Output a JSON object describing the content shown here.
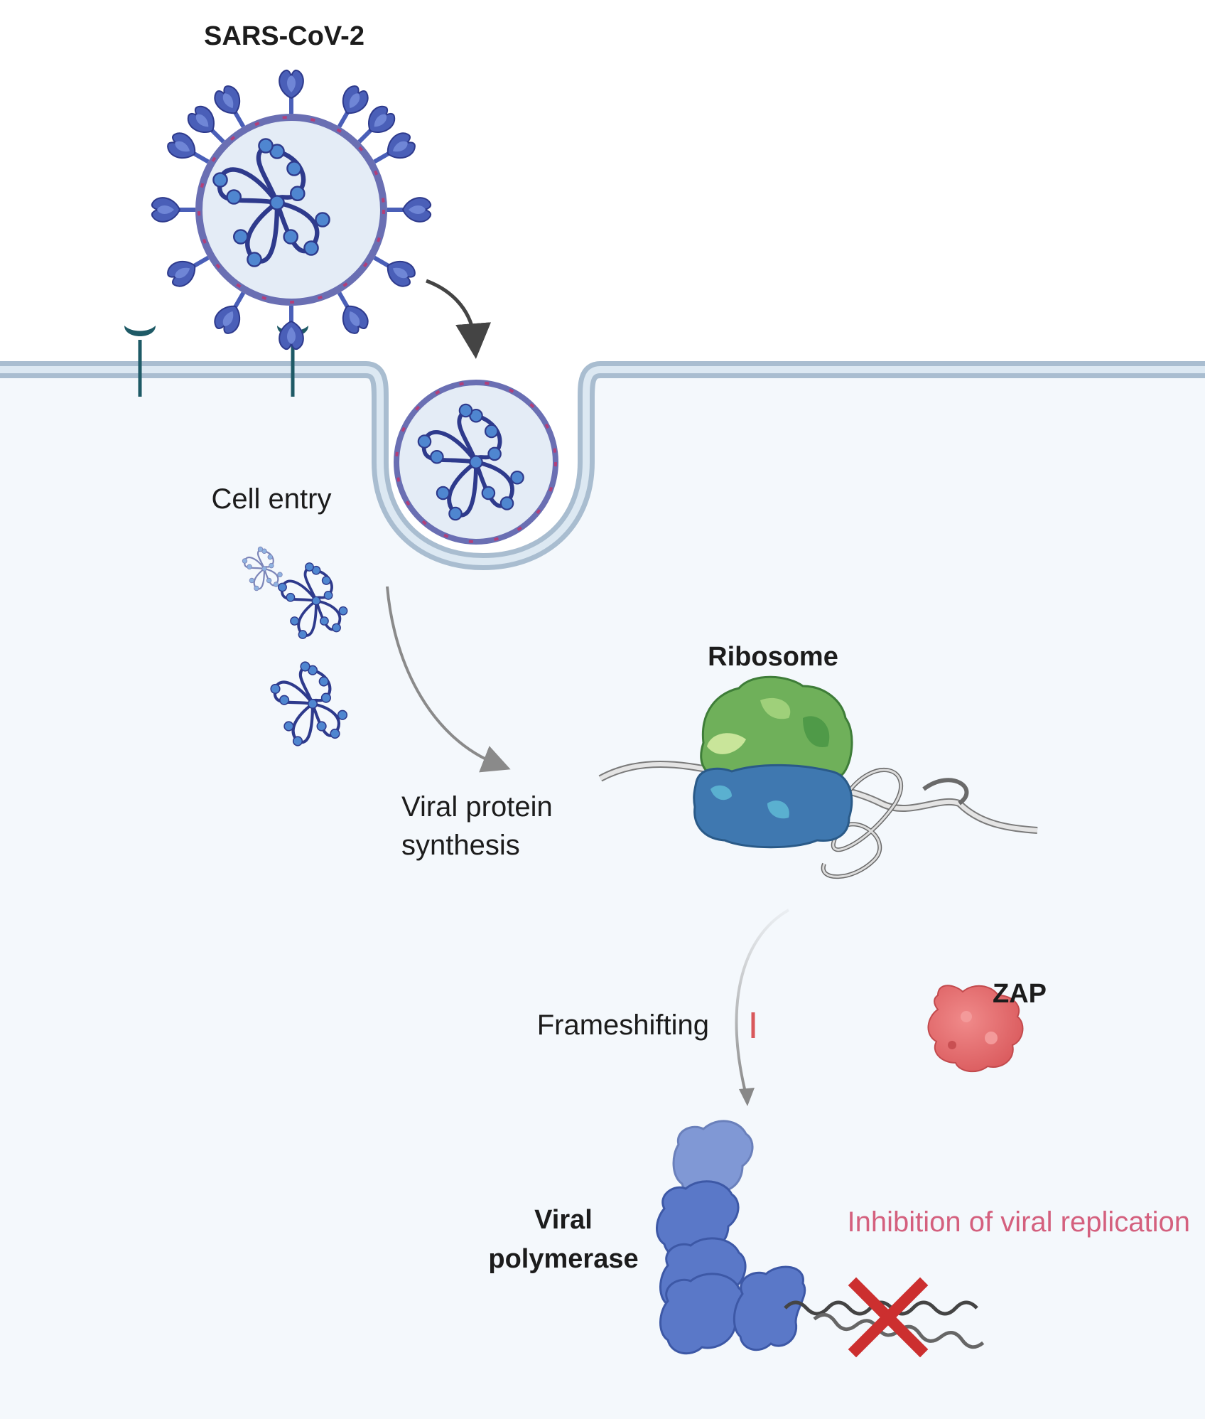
{
  "labels": {
    "virus": "SARS-CoV-2",
    "cell_entry": "Cell entry",
    "protein_synthesis_line1": "Viral protein",
    "protein_synthesis_line2": "synthesis",
    "ribosome": "Ribosome",
    "frameshifting": "Frameshifting",
    "zap": "ZAP",
    "polymerase_line1": "Viral",
    "polymerase_line2": "polymerase",
    "inhibition": "Inhibition of viral replication"
  },
  "colors": {
    "cytoplasm": "#f4f8fc",
    "membrane": "#a9bdd0",
    "virus_envelope": "#6a6fb3",
    "spike": "#4a5fb8",
    "rna": "#2e3a8c",
    "nucleocapsid": "#4f86d0",
    "receptor": "#1e5a66",
    "ribosome_large": "#6fb05a",
    "ribosome_small": "#3f78b0",
    "zap": "#e0686a",
    "polymerase": "#5a78c8",
    "inhibition_text": "#d4607e",
    "inhibit_x": "#cc2f2f"
  },
  "icons": [
    "virus-icon",
    "receptor-icon",
    "endosome-icon",
    "rna-icon",
    "ribosome-icon",
    "zap-protein-icon",
    "polymerase-icon",
    "cross-icon"
  ]
}
